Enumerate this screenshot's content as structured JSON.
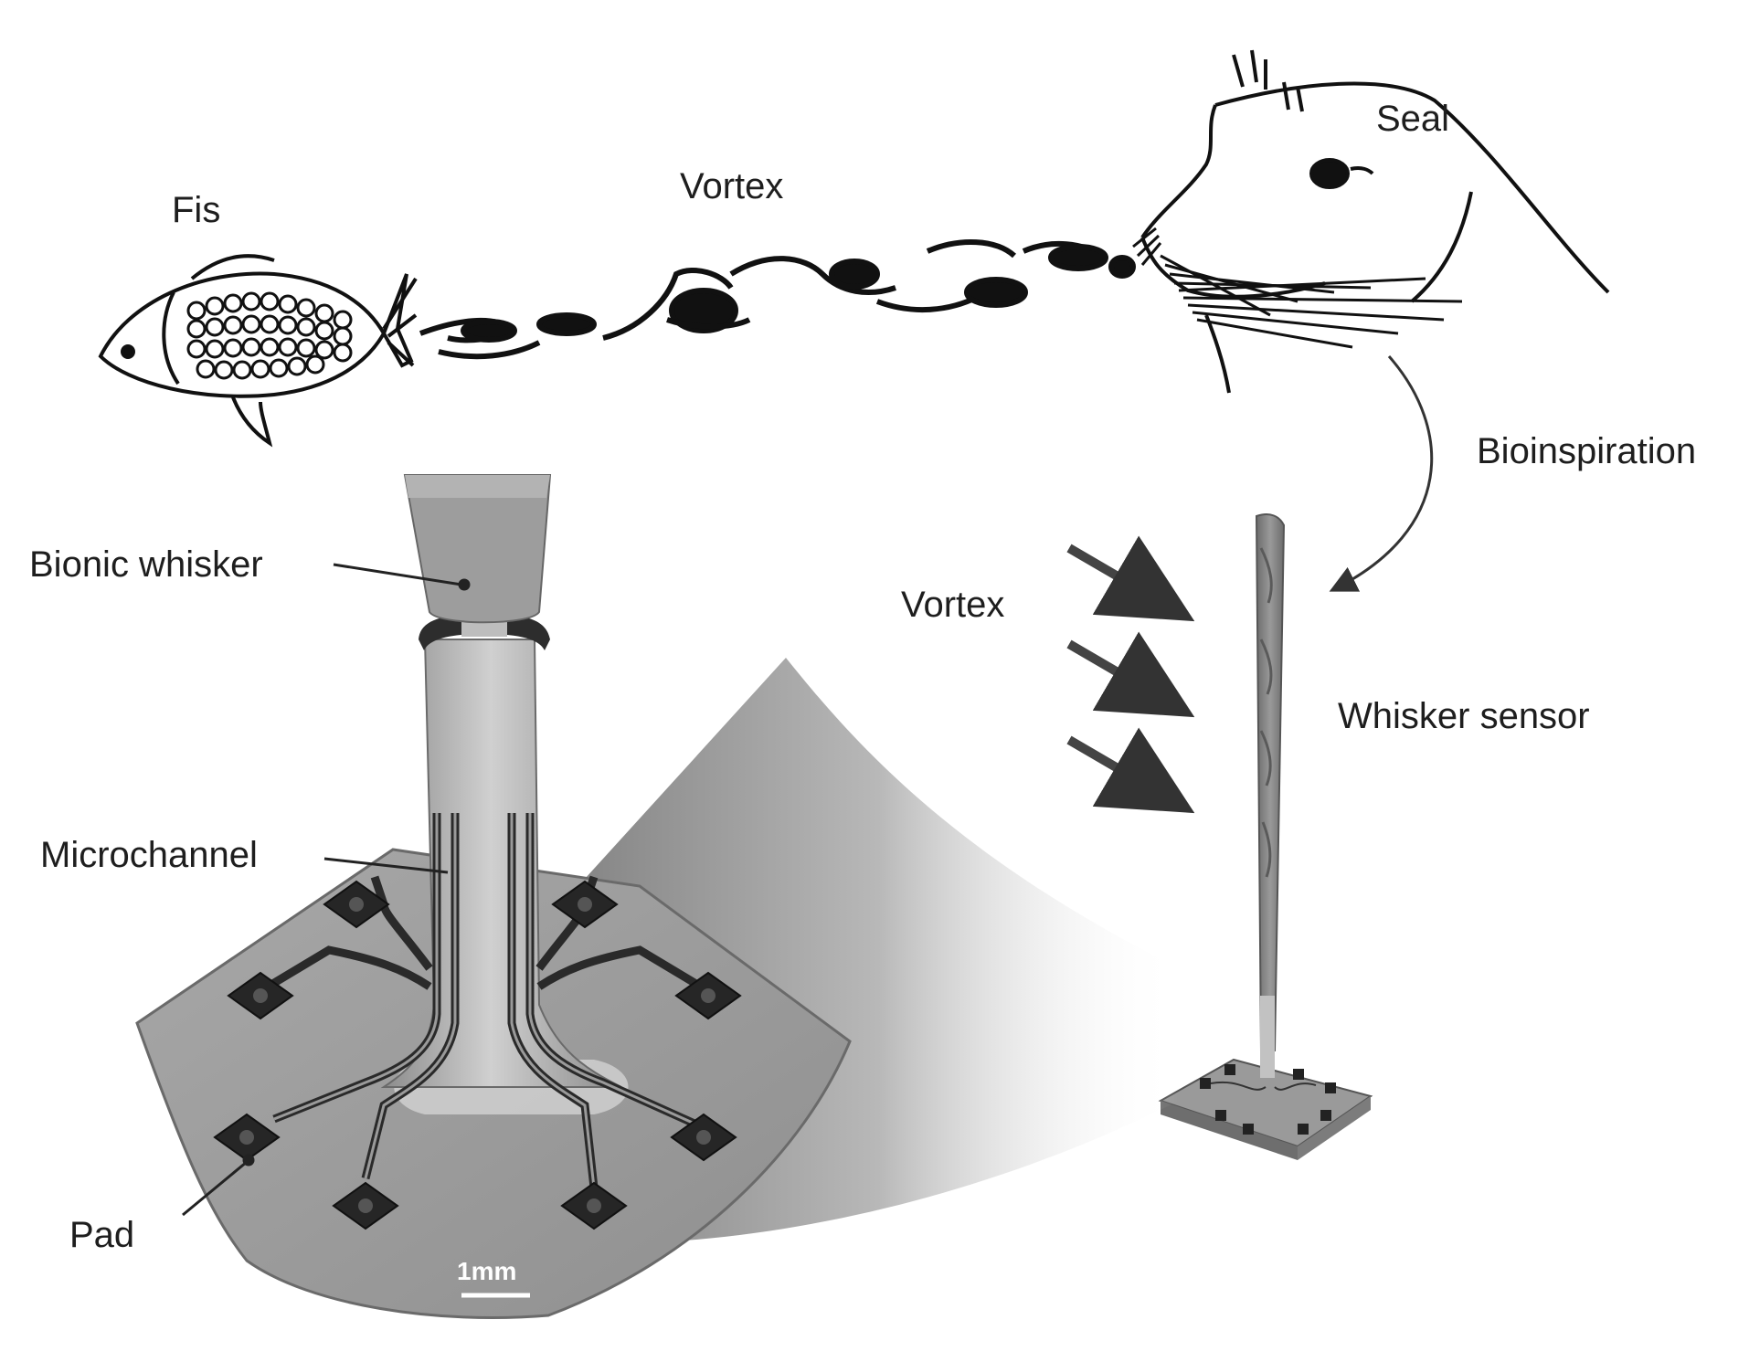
{
  "labels": {
    "fish": "Fis",
    "vortex_top": "Vortex",
    "seal": "Seal",
    "bioinspiration": "Bioinspiration",
    "bionic_whisker": "Bionic whisker",
    "vortex_side": "Vortex",
    "whisker_sensor": "Whisker sensor",
    "microchannel": "Microchannel",
    "pad": "Pad",
    "scale_bar": "1mm"
  }
}
